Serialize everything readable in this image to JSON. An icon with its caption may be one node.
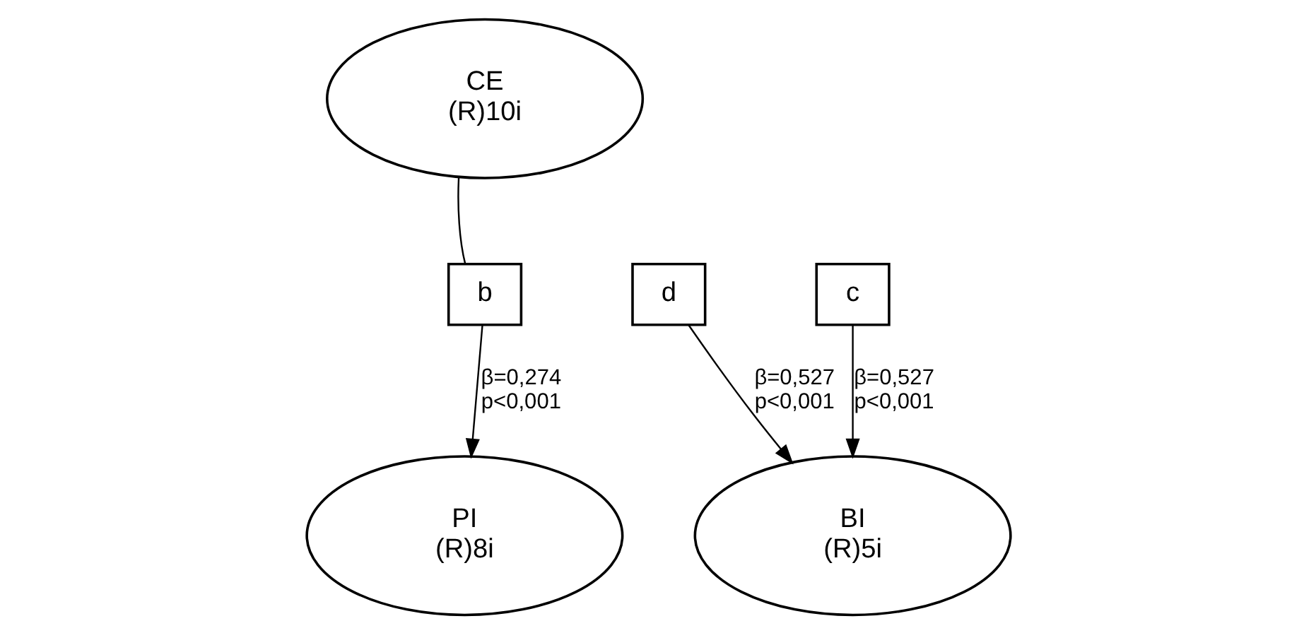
{
  "diagram": {
    "nodes": [
      {
        "text": [
          "CE",
          "(R)10i"
        ]
      },
      {
        "text": [
          "b"
        ]
      },
      {
        "text": [
          "PI",
          "(R)8i"
        ]
      },
      {
        "text": [
          "c"
        ]
      },
      {
        "text": [
          "d"
        ]
      },
      {
        "text": [
          "BI",
          "(R)5i"
        ]
      }
    ],
    "edges": [
      {
        "from": 0,
        "to": 1,
        "arrow": "none"
      },
      {
        "from": 1,
        "to": 2,
        "arrow": "to",
        "label": "β=0,274 p<0,001"
      },
      {
        "from": 3,
        "to": 5,
        "arrow": "to",
        "label": "β=0,527 p<0,001"
      },
      {
        "from": 4,
        "to": 5,
        "arrow": "to",
        "label": "β=0,527 p<0,001"
      }
    ]
  }
}
